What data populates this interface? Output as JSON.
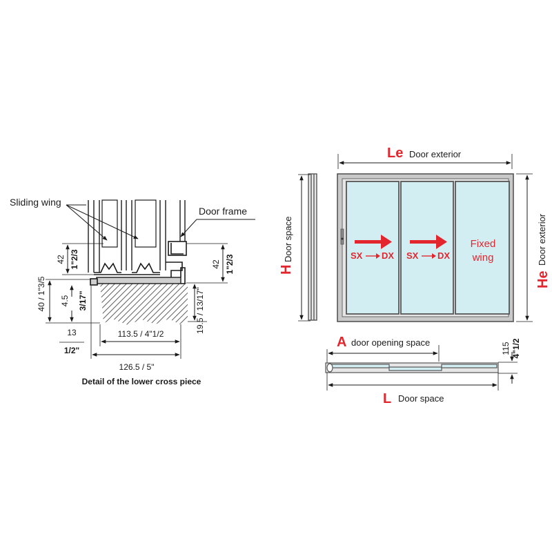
{
  "detail": {
    "label_sliding_wing": "Sliding wing",
    "label_door_frame": "Door frame",
    "dim_42_left": "42",
    "dim_42_left_imp": "1\"2/3",
    "dim_42_right": "42",
    "dim_42_right_imp": "1\"2/3",
    "dim_40": "40 / 1\"3/5",
    "dim_4_5": "4.5",
    "dim_4_5_imp": "3/17\"",
    "dim_19_5": "19.5 / 13/17\"",
    "dim_13": "13",
    "dim_13_imp": "1/2\"",
    "dim_113_5": "113.5 / 4\"1/2",
    "dim_126_5": "126.5 / 5\"",
    "caption": "Detail of the lower cross piece"
  },
  "door": {
    "le_letter": "Le",
    "le_text": "Door exterior",
    "h_letter": "H",
    "h_text": "Door space",
    "he_letter": "He",
    "he_text": "Door exterior",
    "direction_from": "SX",
    "direction_to": "DX",
    "fixed_line1": "Fixed",
    "fixed_line2": "wing"
  },
  "plan": {
    "a_letter": "A",
    "a_text": "door opening space",
    "l_letter": "L",
    "l_text": "Door space",
    "dim_115": "115",
    "dim_115_imp": "4\"1/2"
  },
  "colors": {
    "accent": "#e3262e",
    "glass": "#d3eef2",
    "frame": "#555555",
    "ink": "#1a1a1a"
  }
}
